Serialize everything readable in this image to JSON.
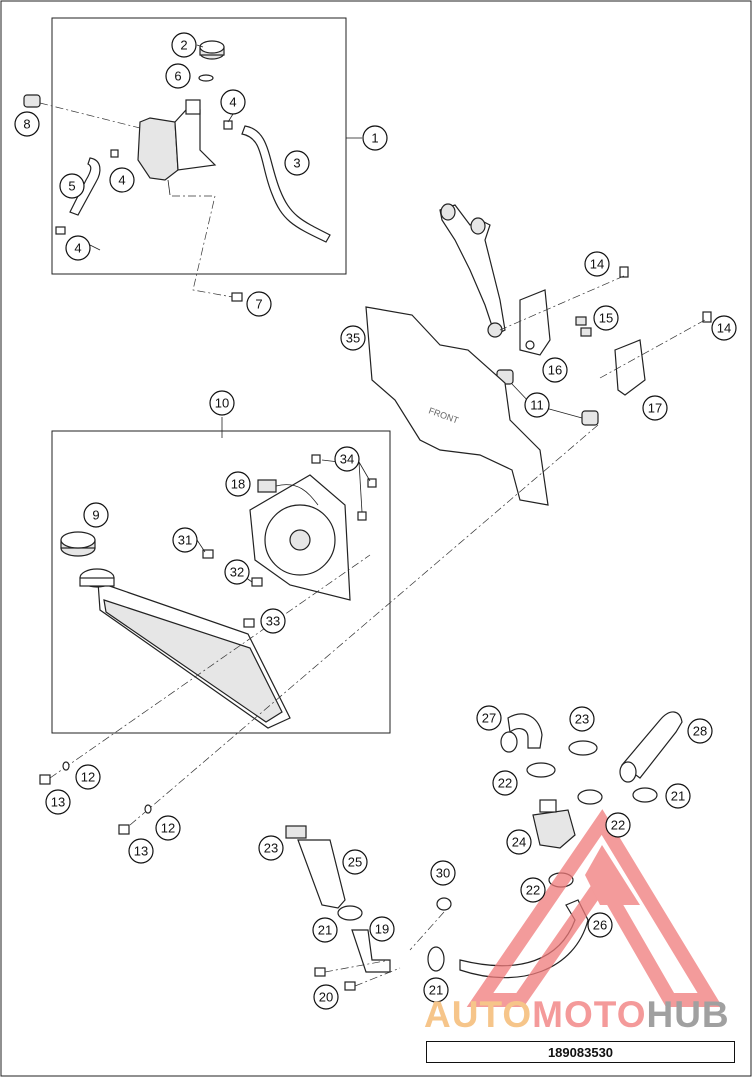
{
  "diagram": {
    "document_number": "189083530",
    "watermark": {
      "part1": "AUTO",
      "part2": "MOTO",
      "part3": "HUB"
    },
    "callouts": [
      {
        "id": "c1",
        "text": "1"
      },
      {
        "id": "c2",
        "text": "2"
      },
      {
        "id": "c3",
        "text": "3"
      },
      {
        "id": "c4a",
        "text": "4"
      },
      {
        "id": "c4b",
        "text": "4"
      },
      {
        "id": "c4c",
        "text": "4"
      },
      {
        "id": "c5",
        "text": "5"
      },
      {
        "id": "c6",
        "text": "6"
      },
      {
        "id": "c7",
        "text": "7"
      },
      {
        "id": "c8",
        "text": "8"
      },
      {
        "id": "c9",
        "text": "9"
      },
      {
        "id": "c10",
        "text": "10"
      },
      {
        "id": "c11",
        "text": "11"
      },
      {
        "id": "c12a",
        "text": "12"
      },
      {
        "id": "c12b",
        "text": "12"
      },
      {
        "id": "c13a",
        "text": "13"
      },
      {
        "id": "c13b",
        "text": "13"
      },
      {
        "id": "c14a",
        "text": "14"
      },
      {
        "id": "c14b",
        "text": "14"
      },
      {
        "id": "c15",
        "text": "15"
      },
      {
        "id": "c16",
        "text": "16"
      },
      {
        "id": "c17",
        "text": "17"
      },
      {
        "id": "c18",
        "text": "18"
      },
      {
        "id": "c19",
        "text": "19"
      },
      {
        "id": "c20",
        "text": "20"
      },
      {
        "id": "c21a",
        "text": "21"
      },
      {
        "id": "c21b",
        "text": "21"
      },
      {
        "id": "c21c",
        "text": "21"
      },
      {
        "id": "c22a",
        "text": "22"
      },
      {
        "id": "c22b",
        "text": "22"
      },
      {
        "id": "c22c",
        "text": "22"
      },
      {
        "id": "c23a",
        "text": "23"
      },
      {
        "id": "c23b",
        "text": "23"
      },
      {
        "id": "c24",
        "text": "24"
      },
      {
        "id": "c25",
        "text": "25"
      },
      {
        "id": "c26",
        "text": "26"
      },
      {
        "id": "c27",
        "text": "27"
      },
      {
        "id": "c28",
        "text": "28"
      },
      {
        "id": "c30",
        "text": "30"
      },
      {
        "id": "c31",
        "text": "31"
      },
      {
        "id": "c32",
        "text": "32"
      },
      {
        "id": "c33",
        "text": "33"
      },
      {
        "id": "c34",
        "text": "34"
      },
      {
        "id": "c35",
        "text": "35"
      }
    ],
    "colors": {
      "line": "#222222",
      "watermark_red": "#f07a7a",
      "watermark_orange": "#f6c58a",
      "watermark_grey": "#a0a0a0"
    }
  }
}
